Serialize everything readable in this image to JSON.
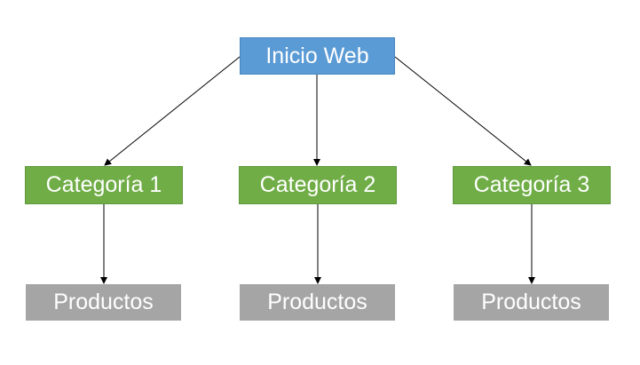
{
  "diagram": {
    "root": {
      "label": "Inicio Web"
    },
    "categories": [
      {
        "label": "Categoría 1",
        "child": {
          "label": "Productos"
        }
      },
      {
        "label": "Categoría 2",
        "child": {
          "label": "Productos"
        }
      },
      {
        "label": "Categoría 3",
        "child": {
          "label": "Productos"
        }
      }
    ],
    "colors": {
      "root": "#5b9bd5",
      "category": "#70ad47",
      "product": "#a5a5a5",
      "connector": "#000000",
      "text": "#ffffff"
    }
  }
}
